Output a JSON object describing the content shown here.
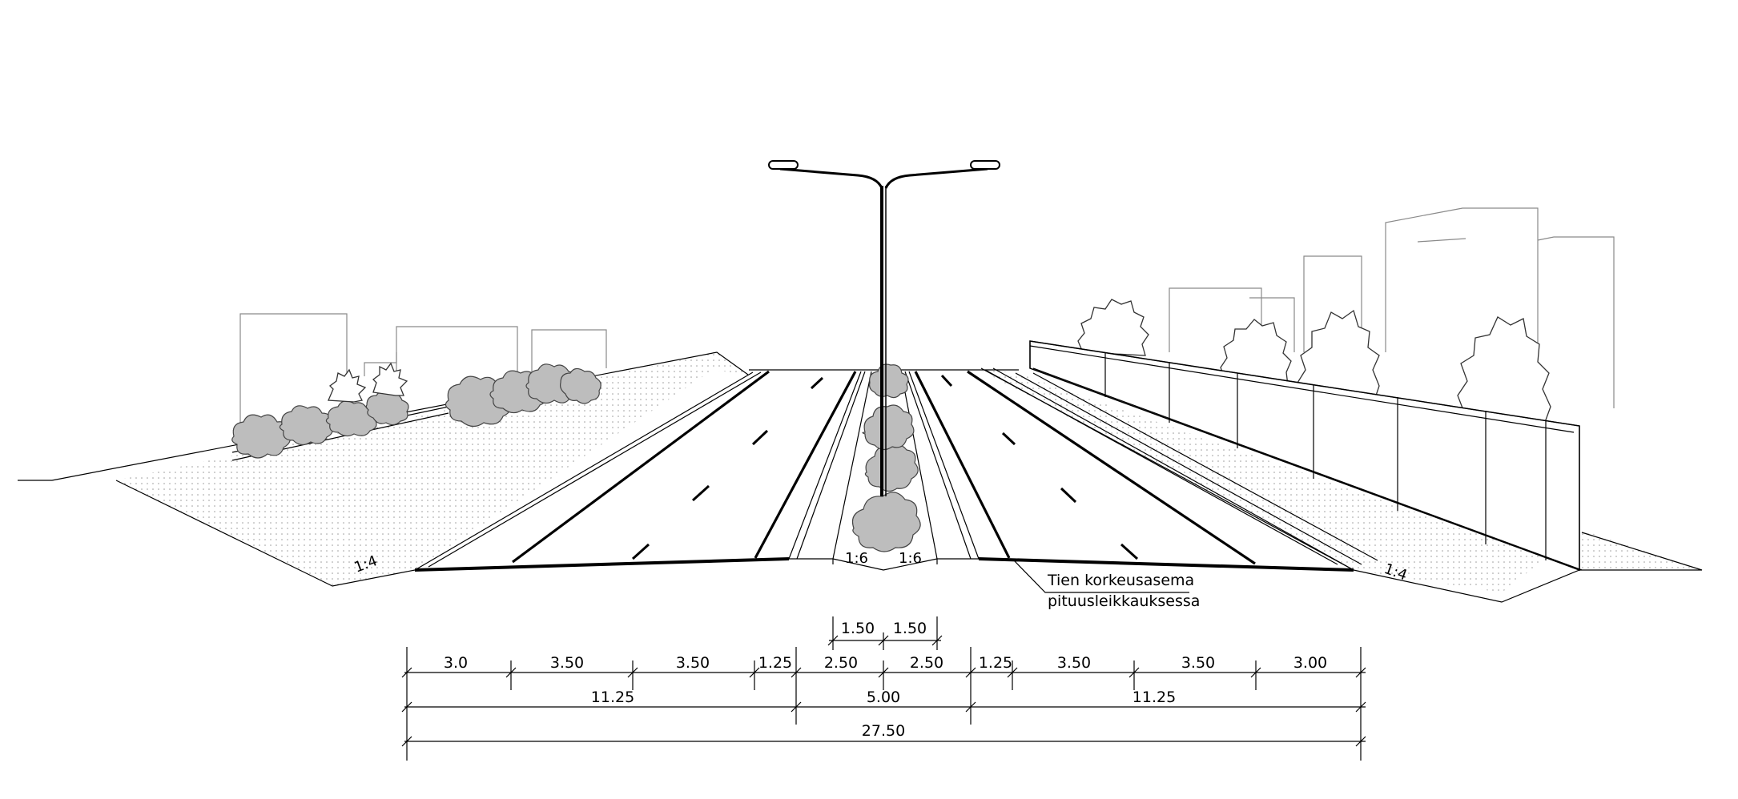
{
  "annotation": {
    "line1": "Tien korkeusasema",
    "line2": "pituusleikkauksessa"
  },
  "slopes": {
    "left_embankment": "1:4",
    "median_left": "1:6",
    "median_right": "1:6",
    "right_embankment": "1:4"
  },
  "dimensions": {
    "median_ditch": [
      "1.50",
      "1.50"
    ],
    "row1": [
      "3.0",
      "3.50",
      "3.50",
      "1.25",
      "2.50",
      "2.50",
      "1.25",
      "3.50",
      "3.50",
      "3.00"
    ],
    "row2": [
      "11.25",
      "5.00",
      "11.25"
    ],
    "total": "27.50"
  }
}
